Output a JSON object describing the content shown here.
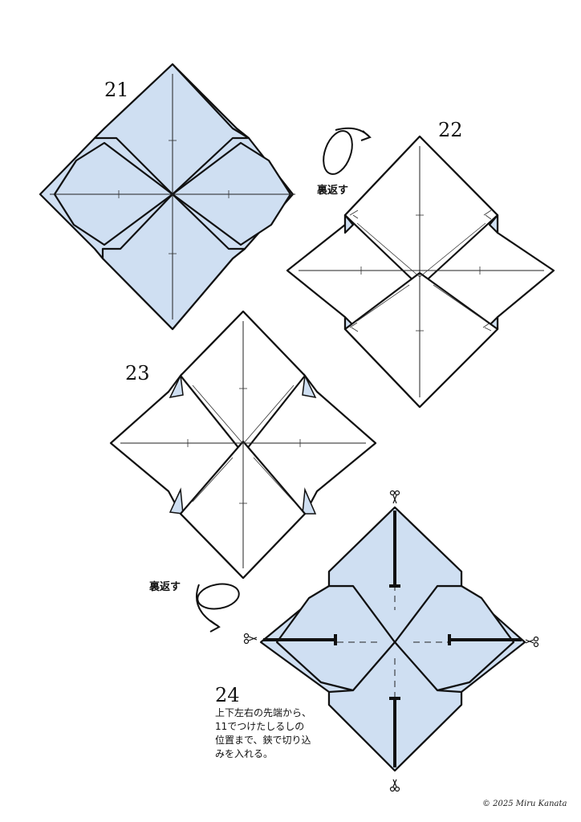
{
  "steps": [
    {
      "number": "21"
    },
    {
      "number": "22"
    },
    {
      "number": "23"
    },
    {
      "number": "24",
      "instruction": "上下左右の先端から、\n11でつけたしるしの\n位置まで、鋏で切り込\nみを入れる。"
    }
  ],
  "actions": {
    "turn_over": "裏返す"
  },
  "footer": {
    "copyright": "© 2025 Miru Kanata"
  },
  "colors": {
    "paper_color_side": "#cfdff2",
    "paper_white_side": "#ffffff",
    "line": "#111111"
  },
  "icons": [
    "turn-over-arrow-icon",
    "scissors-icon"
  ]
}
